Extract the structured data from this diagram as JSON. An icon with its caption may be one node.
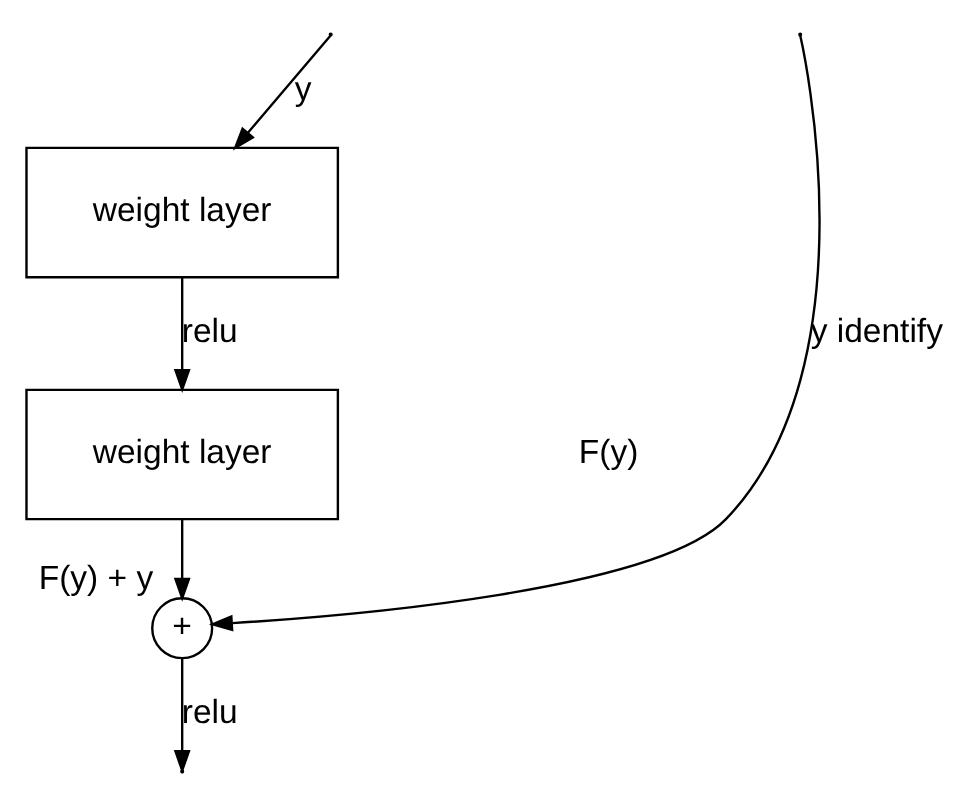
{
  "diagram": {
    "nodes": [
      {
        "text": [
          "weight layer"
        ]
      },
      {
        "text": [
          "weight layer"
        ]
      },
      {
        "text": [
          "+"
        ],
        "beside": [
          "F(y) + y"
        ]
      }
    ],
    "edges": [
      {
        "from": null,
        "to": 0,
        "arrow": "to",
        "label": "y"
      },
      {
        "from": 0,
        "to": 1,
        "arrow": "to",
        "label": "relu"
      },
      {
        "from": 1,
        "to": 2,
        "arrow": "to"
      },
      {
        "from": null,
        "to": 2,
        "arrow": "to",
        "label": "y identify"
      },
      {
        "from": 2,
        "to": null,
        "arrow": "to",
        "label": "relu"
      }
    ],
    "labels": [
      "F(y)"
    ]
  }
}
